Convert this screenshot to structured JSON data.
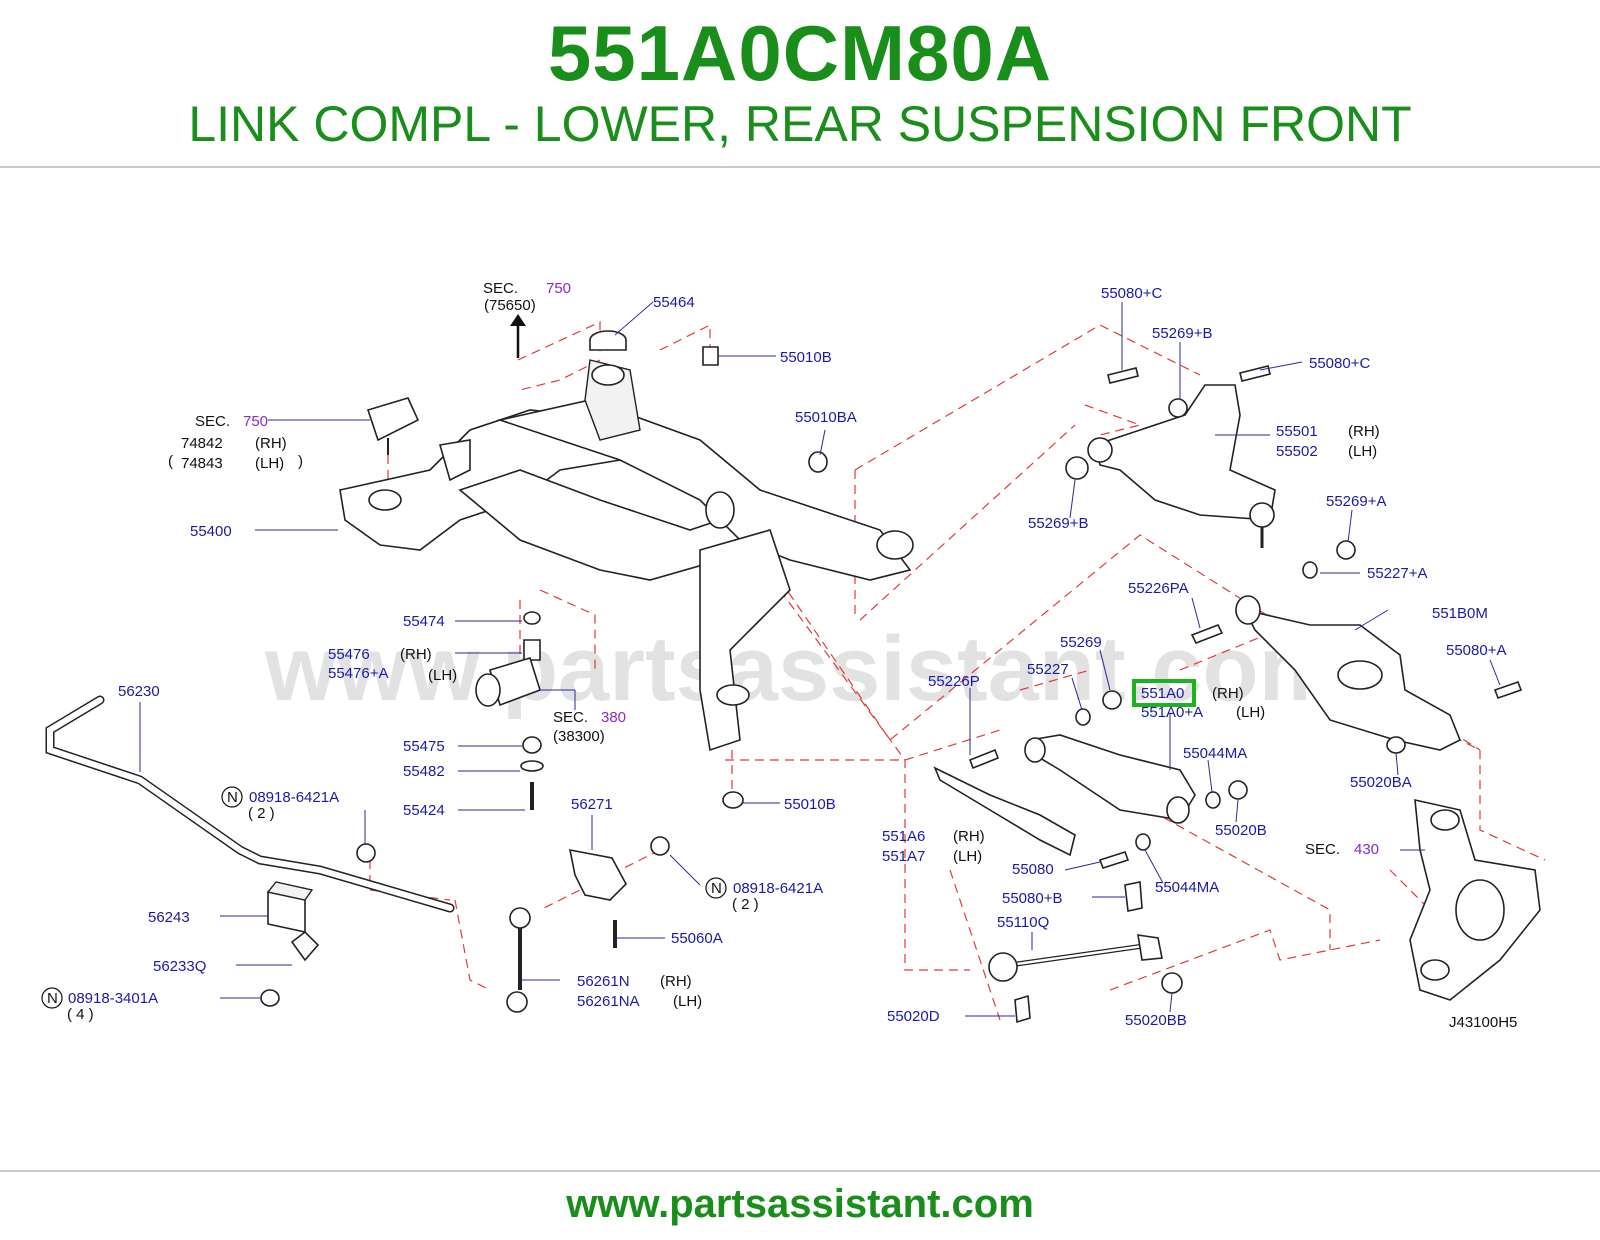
{
  "header": {
    "part_number": "551A0CM80A",
    "title": "LINK COMPL - LOWER, REAR SUSPENSION FRONT"
  },
  "footer": {
    "url": "www.partsassistant.com"
  },
  "diagram": {
    "watermark": "www.partsassistant.com",
    "figure_code": "J43100H5",
    "highlight_color": "#1fb21f",
    "labels": {
      "sec_750_top": "SEC.",
      "sec_750_top_num": "750",
      "sec_75650": "(75650)",
      "p55464": "55464",
      "p55010B_top": "55010B",
      "sec_750_left": "SEC.",
      "sec_750_left_num": "750",
      "p74842": "74842",
      "p74842_side": "(RH)",
      "p74843": "74843",
      "p74843_side": "(LH)",
      "p55010BA": "55010BA",
      "p55400": "55400",
      "p55474": "55474",
      "p55476": "55476",
      "p55476_side": "(RH)",
      "p55476A": "55476+A",
      "p55476A_side": "(LH)",
      "sec_380": "SEC.",
      "sec_380_num": "380",
      "sec_38300": "(38300)",
      "p55475": "55475",
      "p55482": "55482",
      "p55424": "55424",
      "p56230": "56230",
      "n_08918_6421A_left": "08918-6421A",
      "n_qty_left": "( 2 )",
      "p56271": "56271",
      "p55010B_bottom": "55010B",
      "n_08918_6421A_mid": "08918-6421A",
      "n_qty_mid": "( 2 )",
      "p56243": "56243",
      "p55060A": "55060A",
      "p56233Q": "56233Q",
      "n_08918_3401A": "08918-3401A",
      "n_qty_3401": "( 4 )",
      "p56261N": "56261N",
      "p56261N_side": "(RH)",
      "p56261NA": "56261NA",
      "p56261NA_side": "(LH)",
      "p55080C_top": "55080+C",
      "p55269B_top": "55269+B",
      "p55080C_right": "55080+C",
      "p55501": "55501",
      "p55501_side": "(RH)",
      "p55502": "55502",
      "p55502_side": "(LH)",
      "p55269B_left": "55269+B",
      "p55269A": "55269+A",
      "p55227A": "55227+A",
      "p55226PA": "55226PA",
      "p551B0M": "551B0M",
      "p55269": "55269",
      "p55080A": "55080+A",
      "p55227": "55227",
      "p55226P": "55226P",
      "p551A0": "551A0",
      "p551A0_side": "(RH)",
      "p551A0A": "551A0+A",
      "p551A0A_side": "(LH)",
      "p55044MA_top": "55044MA",
      "p55020BA": "55020BA",
      "p551A6": "551A6",
      "p551A6_side": "(RH)",
      "p551A7": "551A7",
      "p551A7_side": "(LH)",
      "p55020B": "55020B",
      "sec_430": "SEC.",
      "sec_430_num": "430",
      "p55080": "55080",
      "p55044MA_bottom": "55044MA",
      "p55080B": "55080+B",
      "p55110Q": "55110Q",
      "p55020D": "55020D",
      "p55020BB": "55020BB",
      "n_symbol": "N"
    }
  }
}
